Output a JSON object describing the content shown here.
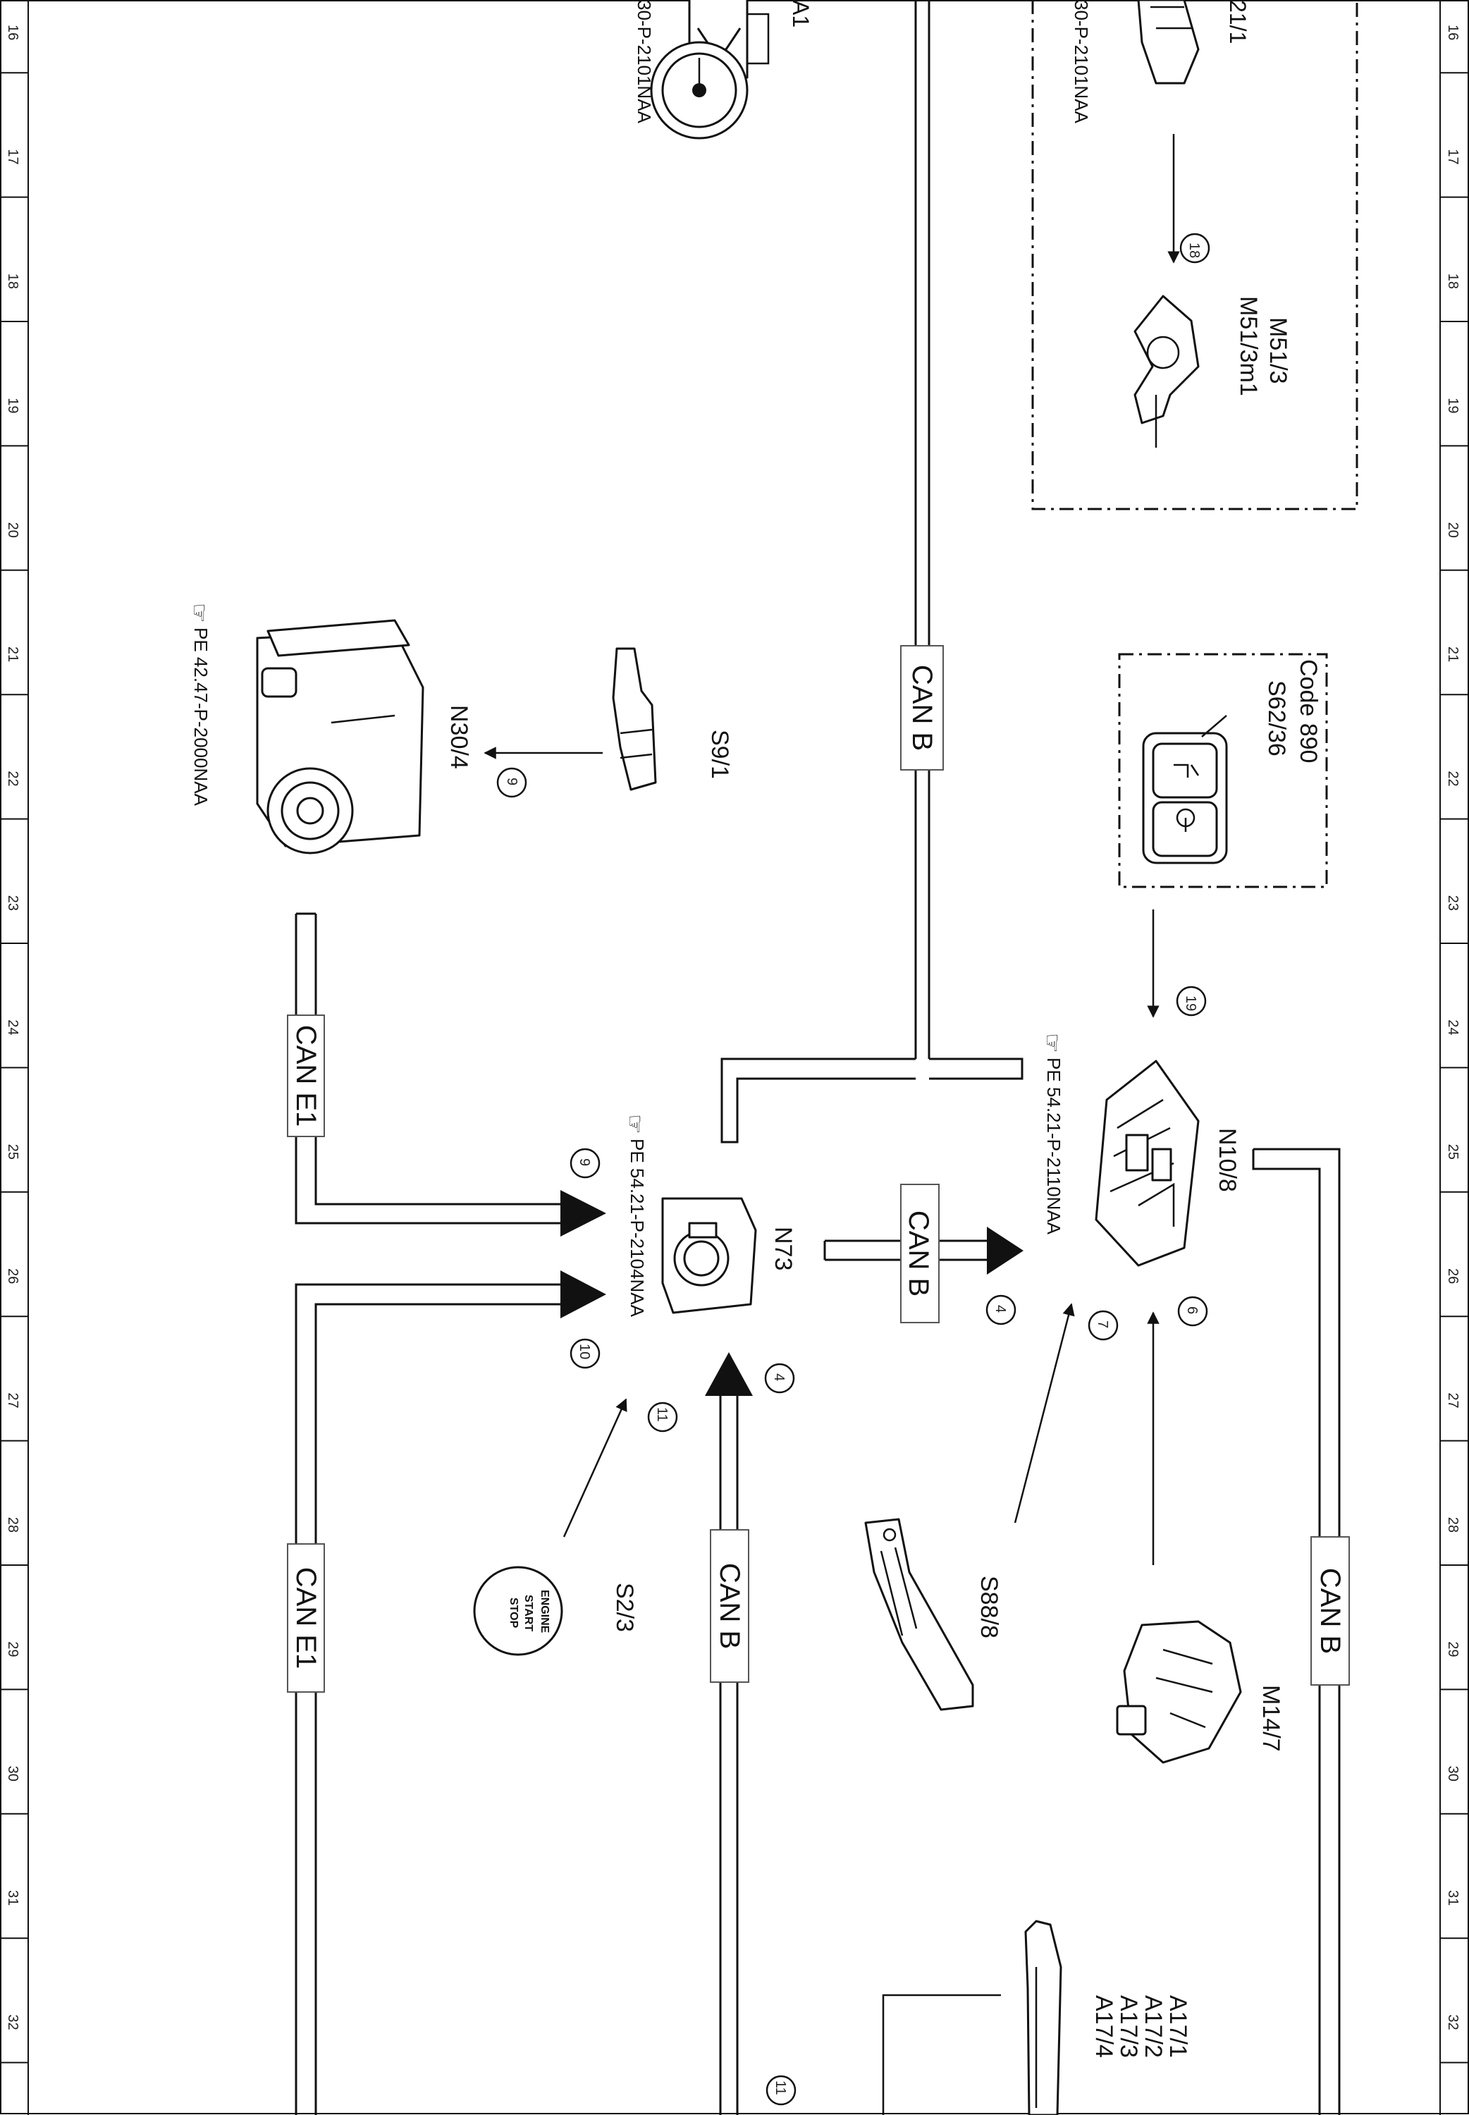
{
  "ruler": {
    "numbers": [
      "16",
      "17",
      "18",
      "19",
      "20",
      "21",
      "22",
      "23",
      "24",
      "25",
      "26",
      "27",
      "28",
      "29",
      "30",
      "31",
      "32"
    ]
  },
  "components": {
    "a1": {
      "code": "A1",
      "doc": "30-P-2101NAA"
    },
    "a21": {
      "code": "21/1",
      "doc": "30-P-2101NAA"
    },
    "m51": {
      "code1": "M51/3",
      "code2": "M51/3m1",
      "callout": "18"
    },
    "s6236": {
      "code_label": "Code 890",
      "code": "S62/36",
      "callout": "19"
    },
    "n304": {
      "code": "N30/4",
      "pe": "PE 42.47-P-2000NAA",
      "callout": "9"
    },
    "s91": {
      "code": "S9/1"
    },
    "n73": {
      "code": "N73",
      "pe": "PE 54.21-P-2104NAA",
      "callout_top": "9",
      "callout_bottom": "10",
      "callout_right": "4",
      "callout_s23": "11",
      "callout_bottom_bus": "11"
    },
    "n108": {
      "code": "N10/8",
      "pe": "PE 54.21-P-2110NAA",
      "callout_canb": "4",
      "callout_s888": "7",
      "callout_m147": "6"
    },
    "s23": {
      "code": "S2/3",
      "button_lines": [
        "ENGINE",
        "START",
        "STOP"
      ]
    },
    "s888": {
      "code": "S88/8"
    },
    "m147": {
      "code": "M14/7"
    },
    "a17": {
      "codes": [
        "A17/1",
        "A17/2",
        "A17/3",
        "A17/4"
      ]
    }
  },
  "buses": {
    "can_b_top": "CAN B",
    "can_e1_left": "CAN E1",
    "can_b_mid": "CAN B",
    "can_e1_bottom": "CAN E1",
    "can_b_bottom": "CAN B",
    "can_b_right": "CAN B"
  },
  "pe_glyph": "☞"
}
